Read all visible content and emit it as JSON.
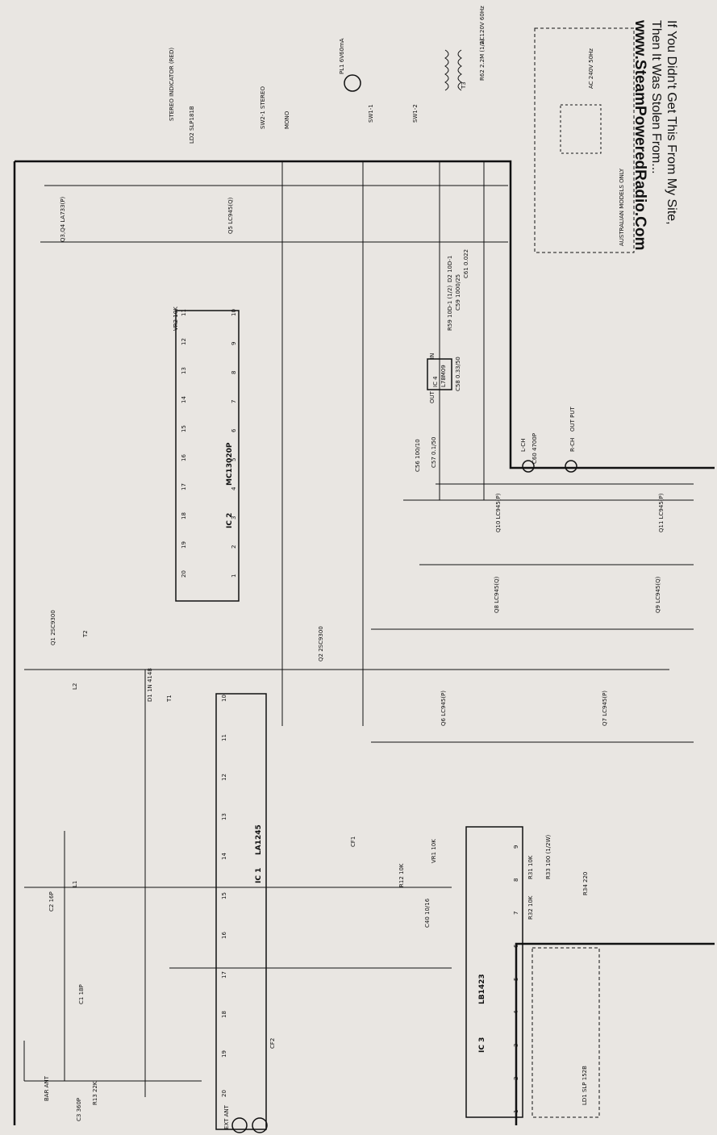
{
  "watermark": {
    "line1": "If You Didn't Get This From My Site,",
    "line2": "Then It Was Stolen From...",
    "line3": "www.SteamPoweredRadio.Com"
  },
  "ics": [
    {
      "ref": "IC 1",
      "part": "LA1245"
    },
    {
      "ref": "IC 2",
      "part": "MC13020P"
    },
    {
      "ref": "IC 3",
      "part": "LB1423"
    },
    {
      "ref": "IC 4",
      "part": "L78M09"
    }
  ],
  "labels": {
    "bar_ant": "BAR ANT",
    "ext_ant": "EXT ANT",
    "stereo_indicator": "STEREO INDICATOR (RED)",
    "led": "LD2 SLP181B",
    "led_bar": "LD1 SLP 152B",
    "pilot": "PL1 6V60mA",
    "sw_stereo": "SW2-1 STEREO",
    "mono": "MONO",
    "sw1_1": "SW1-1",
    "sw1_2": "SW1-2",
    "ac": "AC120V 60Hz",
    "r62": "R62 2.2M (1/2)",
    "t3": "T3",
    "australian": "AUSTRALIAN MODELS ONLY",
    "ac240": "AC 240V 50Hz",
    "output": "OUT PUT",
    "lch": "L-CH",
    "rch": "R-CH",
    "c60": "C60 4700P",
    "in": "IN",
    "out": "OUT"
  },
  "components": [
    {
      "ref": "Q1",
      "value": "2SC9300"
    },
    {
      "ref": "Q2",
      "value": "2SC9300"
    },
    {
      "ref": "Q3,Q4",
      "value": "LA733(P)"
    },
    {
      "ref": "Q5",
      "value": "LC945(Q)"
    },
    {
      "ref": "Q6",
      "value": "LC945(P)"
    },
    {
      "ref": "Q7",
      "value": "LC945(P)"
    },
    {
      "ref": "Q8",
      "value": "LC945(Q)"
    },
    {
      "ref": "Q9",
      "value": "LC945(Q)"
    },
    {
      "ref": "Q10",
      "value": "LC945(P)"
    },
    {
      "ref": "Q11",
      "value": "LC945(P)"
    },
    {
      "ref": "D1",
      "value": "1N 4148"
    },
    {
      "ref": "D2",
      "value": "10D-1"
    },
    {
      "ref": "VR1",
      "value": "10K"
    },
    {
      "ref": "VR2",
      "value": "10K"
    },
    {
      "ref": "R59",
      "value": "10D-1 (1/2)"
    },
    {
      "ref": "C61",
      "value": "0.022"
    },
    {
      "ref": "C59",
      "value": "1000/25"
    },
    {
      "ref": "C58",
      "value": "0.33/50"
    },
    {
      "ref": "C57",
      "value": "0.1/50"
    },
    {
      "ref": "C56",
      "value": "100/10"
    },
    {
      "ref": "R34",
      "value": "220"
    },
    {
      "ref": "R33",
      "value": "100 (1/2W)"
    },
    {
      "ref": "R31",
      "value": "10K"
    },
    {
      "ref": "R32",
      "value": "10K"
    },
    {
      "ref": "C40",
      "value": "10/16"
    },
    {
      "ref": "R12",
      "value": "10K"
    },
    {
      "ref": "R13",
      "value": "22K"
    },
    {
      "ref": "C1",
      "value": "18P"
    },
    {
      "ref": "C2",
      "value": "16P"
    },
    {
      "ref": "C3",
      "value": "360P"
    },
    {
      "ref": "L1",
      "value": ""
    },
    {
      "ref": "L2",
      "value": ""
    },
    {
      "ref": "T1",
      "value": ""
    },
    {
      "ref": "T2",
      "value": ""
    },
    {
      "ref": "CF1",
      "value": ""
    },
    {
      "ref": "CF2",
      "value": ""
    }
  ],
  "ic2_pins_top": [
    "11",
    "12",
    "13",
    "14",
    "15",
    "16",
    "17",
    "18",
    "19",
    "20"
  ],
  "ic2_pins_bottom": [
    "10",
    "9",
    "8",
    "7",
    "6",
    "5",
    "4",
    "3",
    "2",
    "1"
  ],
  "ic1_pins_top": [
    "10",
    "11",
    "12",
    "13",
    "14",
    "15",
    "16",
    "17",
    "18",
    "19",
    "20"
  ],
  "ic3_pins": [
    "1",
    "2",
    "3",
    "4",
    "5",
    "6",
    "7",
    "8",
    "9"
  ]
}
